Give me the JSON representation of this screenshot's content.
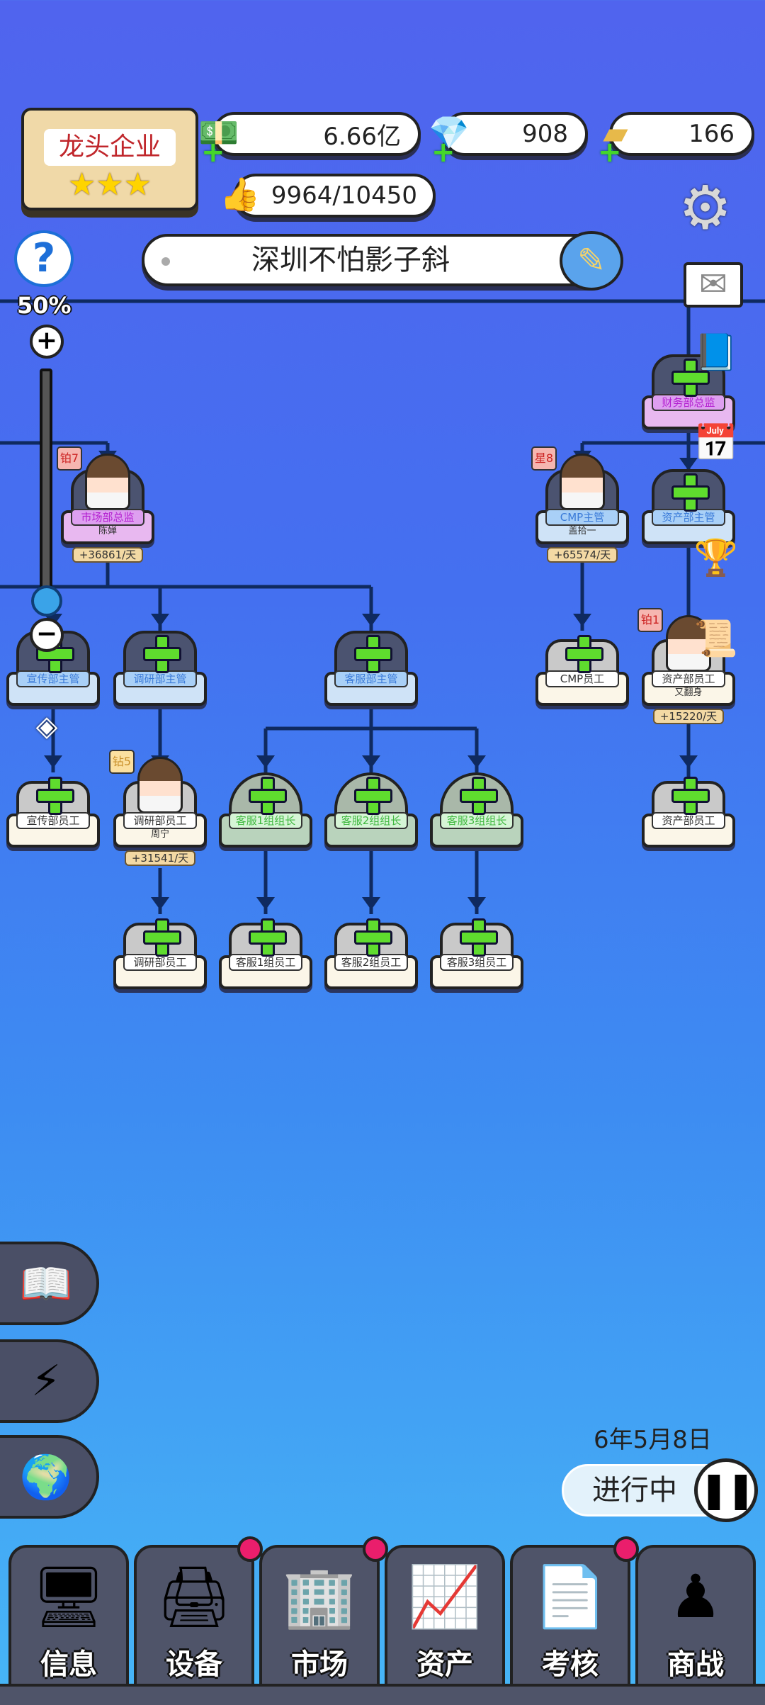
{
  "company": {
    "rank_title": "龙头企业",
    "stars": 3
  },
  "resources": {
    "money": "6.66亿",
    "diamonds": "908",
    "gold": "166",
    "reputation": "9964/10450"
  },
  "company_name": "深圳不怕影子斜",
  "zoom": {
    "label": "50%",
    "level_percent": 50
  },
  "org_nodes": [
    {
      "id": "mkt-dir",
      "title": "市场部总监",
      "name": "陈婵",
      "income": "+36861/天",
      "badge": "铂7",
      "type": "dir"
    },
    {
      "id": "fin-dir",
      "title": "财务部总监",
      "type": "dir"
    },
    {
      "id": "cmp-mgr",
      "title": "CMP主管",
      "name": "盖拾一",
      "income": "+65574/天",
      "badge": "星8",
      "type": "mgr"
    },
    {
      "id": "asset-mgr",
      "title": "资产部主管",
      "type": "mgr"
    },
    {
      "id": "pr-mgr",
      "title": "宣传部主管",
      "type": "mgr"
    },
    {
      "id": "res-mgr",
      "title": "调研部主管",
      "type": "mgr"
    },
    {
      "id": "cs-mgr",
      "title": "客服部主管",
      "type": "mgr"
    },
    {
      "id": "cmp-staff",
      "title": "CMP员工",
      "type": "staff"
    },
    {
      "id": "asset-staff-1",
      "title": "资产部员工",
      "name": "又翻身",
      "income": "+15220/天",
      "badge": "铂1",
      "type": "staff"
    },
    {
      "id": "pr-staff",
      "title": "宣传部员工",
      "type": "staff"
    },
    {
      "id": "res-staff-1",
      "title": "调研部员工",
      "name": "周宁",
      "income": "+31541/天",
      "badge": "钻5",
      "type": "staff"
    },
    {
      "id": "cs1-lead",
      "title": "客服1组组长",
      "type": "lead"
    },
    {
      "id": "cs2-lead",
      "title": "客服2组组长",
      "type": "lead"
    },
    {
      "id": "cs3-lead",
      "title": "客服3组组长",
      "type": "lead"
    },
    {
      "id": "asset-staff-2",
      "title": "资产部员工",
      "type": "staff"
    },
    {
      "id": "res-staff-2",
      "title": "调研部员工",
      "type": "staff"
    },
    {
      "id": "cs1-staff",
      "title": "客服1组员工",
      "type": "staff"
    },
    {
      "id": "cs2-staff",
      "title": "客服2组员工",
      "type": "staff"
    },
    {
      "id": "cs3-staff",
      "title": "客服3组员工",
      "type": "staff"
    }
  ],
  "game_date": "6年5月8日",
  "status": "进行中",
  "nav_tabs": [
    {
      "label": "信息",
      "icon": "monitor-icon",
      "dot": false
    },
    {
      "label": "设备",
      "icon": "printer-icon",
      "dot": true
    },
    {
      "label": "市场",
      "icon": "building-icon",
      "dot": true
    },
    {
      "label": "资产",
      "icon": "chart-growth-icon",
      "dot": false
    },
    {
      "label": "考核",
      "icon": "documents-icon",
      "dot": true
    },
    {
      "label": "商战",
      "icon": "chess-icon",
      "dot": false
    }
  ],
  "colors": {
    "accent_green": "#5fdc2e",
    "notify_dot": "#ea1e6c",
    "line": "#0f2a60"
  }
}
